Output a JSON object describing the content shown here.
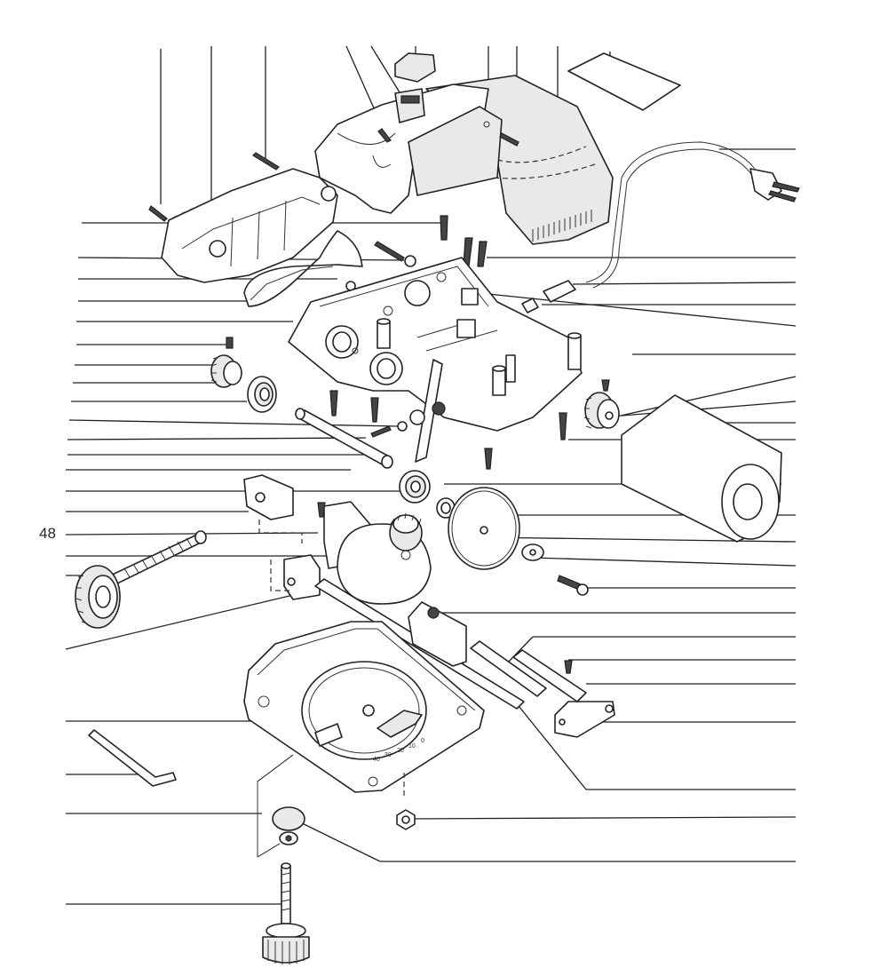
{
  "callout_labels": {
    "part_48": "48"
  },
  "protractor_scale": [
    "40",
    "30",
    "20",
    "10",
    "0"
  ]
}
